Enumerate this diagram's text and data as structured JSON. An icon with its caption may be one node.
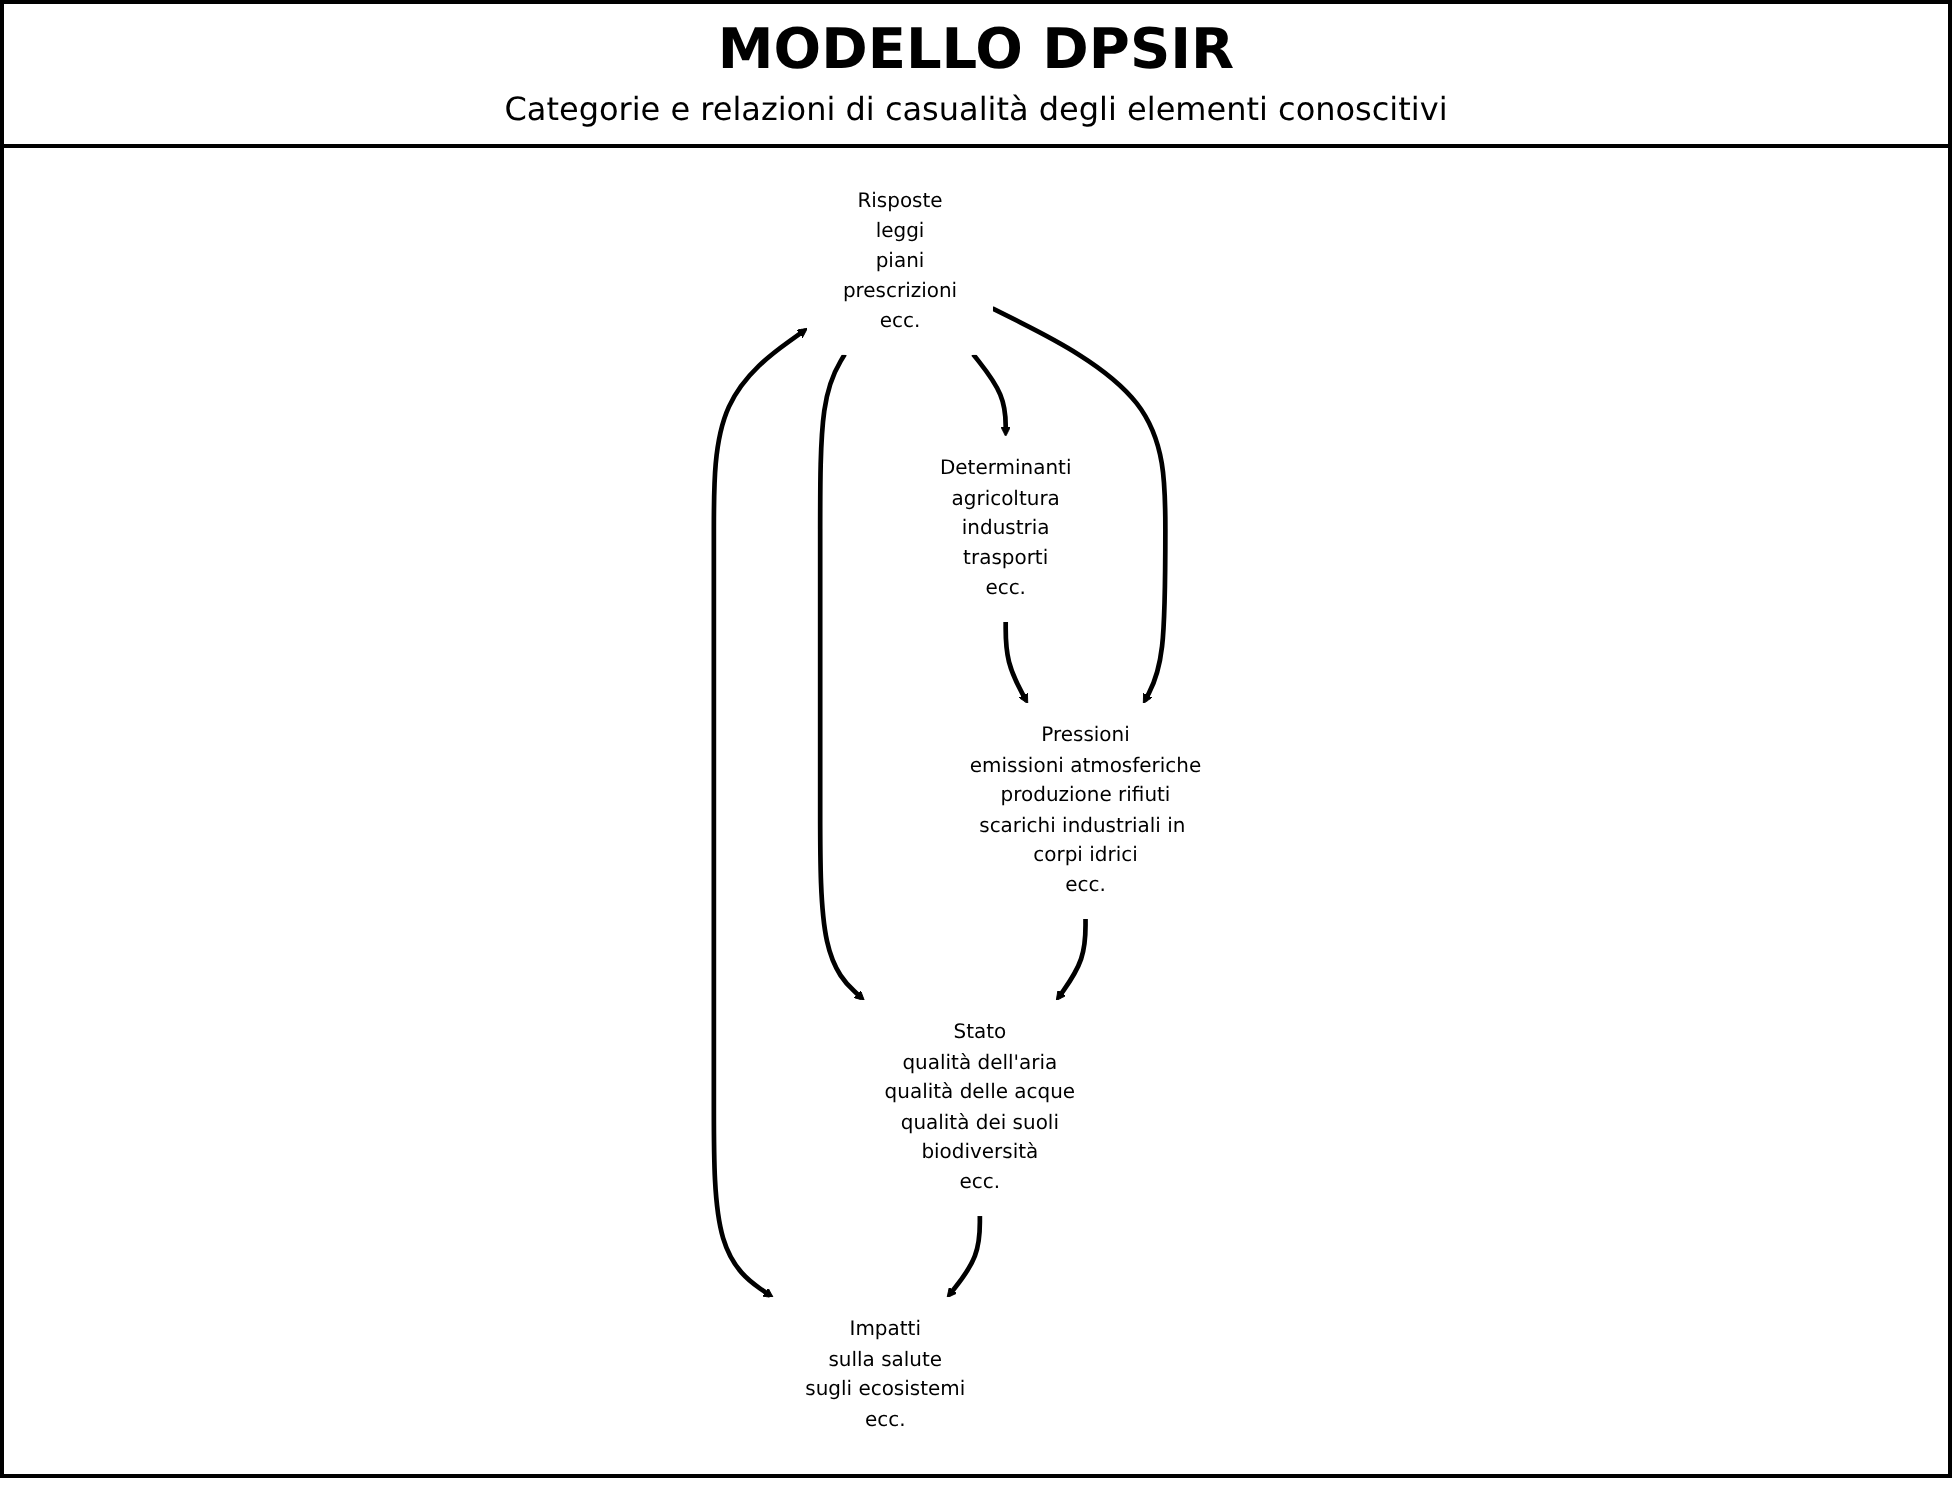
{
  "diagram": {
    "title": "MODELLO DPSIR",
    "caption": "Categorie e relazioni di casualità degli elementi conoscitivi",
    "nodes": [
      {
        "text": [
          "Determinanti",
          "agricoltura",
          "industria",
          "trasporti",
          "ecc."
        ]
      },
      {
        "text": [
          "Risposte",
          "leggi",
          "piani",
          "prescrizioni",
          "ecc."
        ]
      },
      {
        "text": [
          "Pressioni",
          "emissioni atmosferiche",
          "produzione rifiuti",
          "scarichi industriali in corpi idrici",
          "ecc."
        ]
      },
      {
        "text": [
          "Impatti",
          "sulla salute",
          "sugli ecosistemi",
          "ecc."
        ]
      },
      {
        "text": [
          "Stato",
          "qualità dell'aria",
          "qualità delle acque",
          "qualità dei suoli",
          "biodiversità",
          "ecc."
        ]
      }
    ],
    "edges": [
      {
        "from": 1,
        "to": 0,
        "arrow": "to"
      },
      {
        "from": 0,
        "to": 2,
        "arrow": "to"
      },
      {
        "from": 1,
        "to": 2,
        "arrow": "to"
      },
      {
        "from": 1,
        "to": 4,
        "arrow": "to"
      },
      {
        "from": 1,
        "to": 3,
        "arrow": "both"
      },
      {
        "from": 2,
        "to": 4,
        "arrow": "to"
      },
      {
        "from": 4,
        "to": 3,
        "arrow": "to"
      }
    ]
  }
}
